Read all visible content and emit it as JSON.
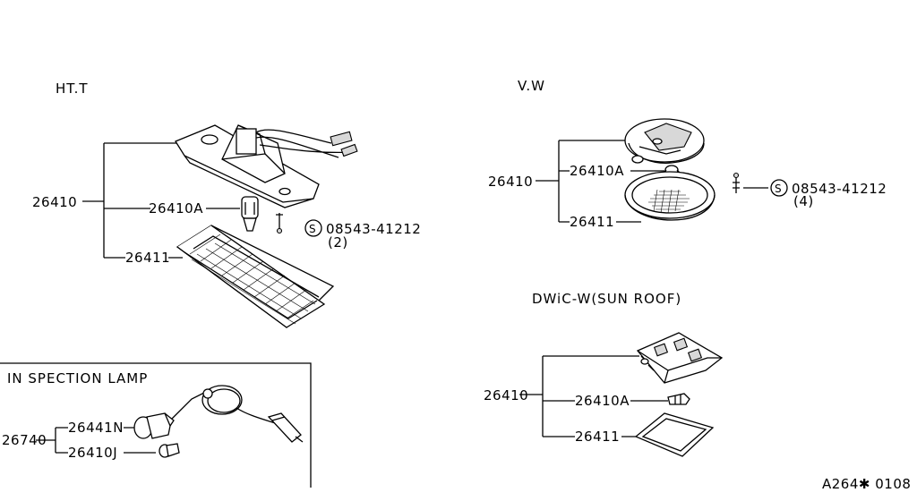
{
  "sections": {
    "htt": {
      "title": "HT.T",
      "assembly": "26410",
      "bulb": "26410A",
      "lens": "26411",
      "screw": "08543-41212",
      "screw_qty": "(2)"
    },
    "vw": {
      "title": "V.W",
      "assembly": "26410",
      "bulb": "26410A",
      "lens": "26411",
      "screw": "08543-41212",
      "screw_qty": "(4)"
    },
    "sunroof": {
      "title": "DWiC-W(SUN ROOF)",
      "assembly": "26410",
      "bulb": "26410A",
      "lens": "26411"
    },
    "inspection": {
      "title": "IN SPECTION LAMP",
      "assembly": "26740",
      "socket": "26441N",
      "bulb": "26410J"
    }
  },
  "screw_symbol": "S",
  "footer_code": "A264✱ 0108"
}
